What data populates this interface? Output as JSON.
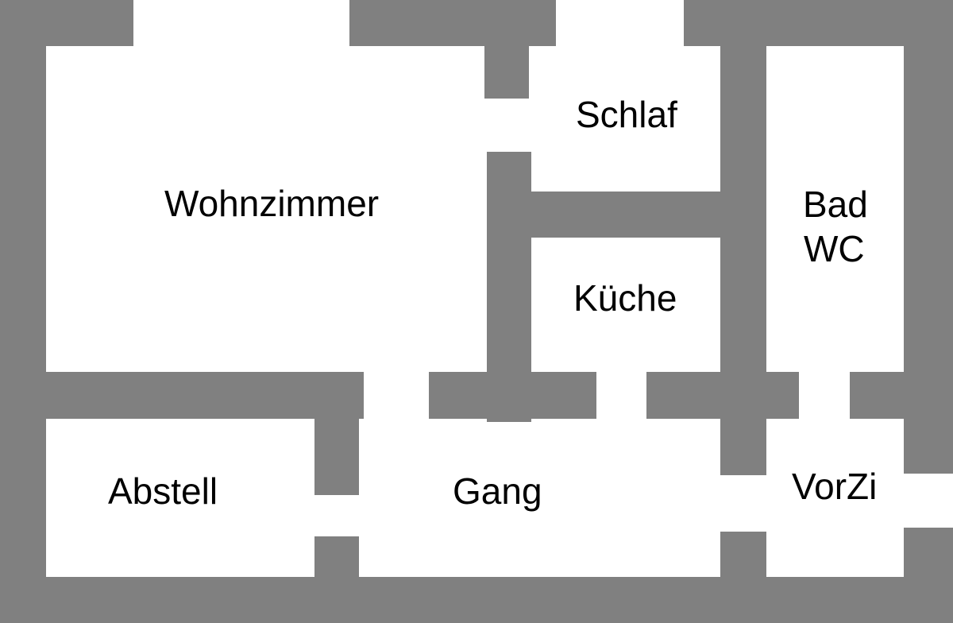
{
  "colors": {
    "wall": "#808080",
    "floor": "#ffffff",
    "label": "#000000"
  },
  "rooms": {
    "wohnzimmer": "Wohnzimmer",
    "schlaf": "Schlaf",
    "bad": "Bad",
    "wc": "WC",
    "kueche": "Küche",
    "abstell": "Abstell",
    "gang": "Gang",
    "vorzi": "VorZi"
  }
}
